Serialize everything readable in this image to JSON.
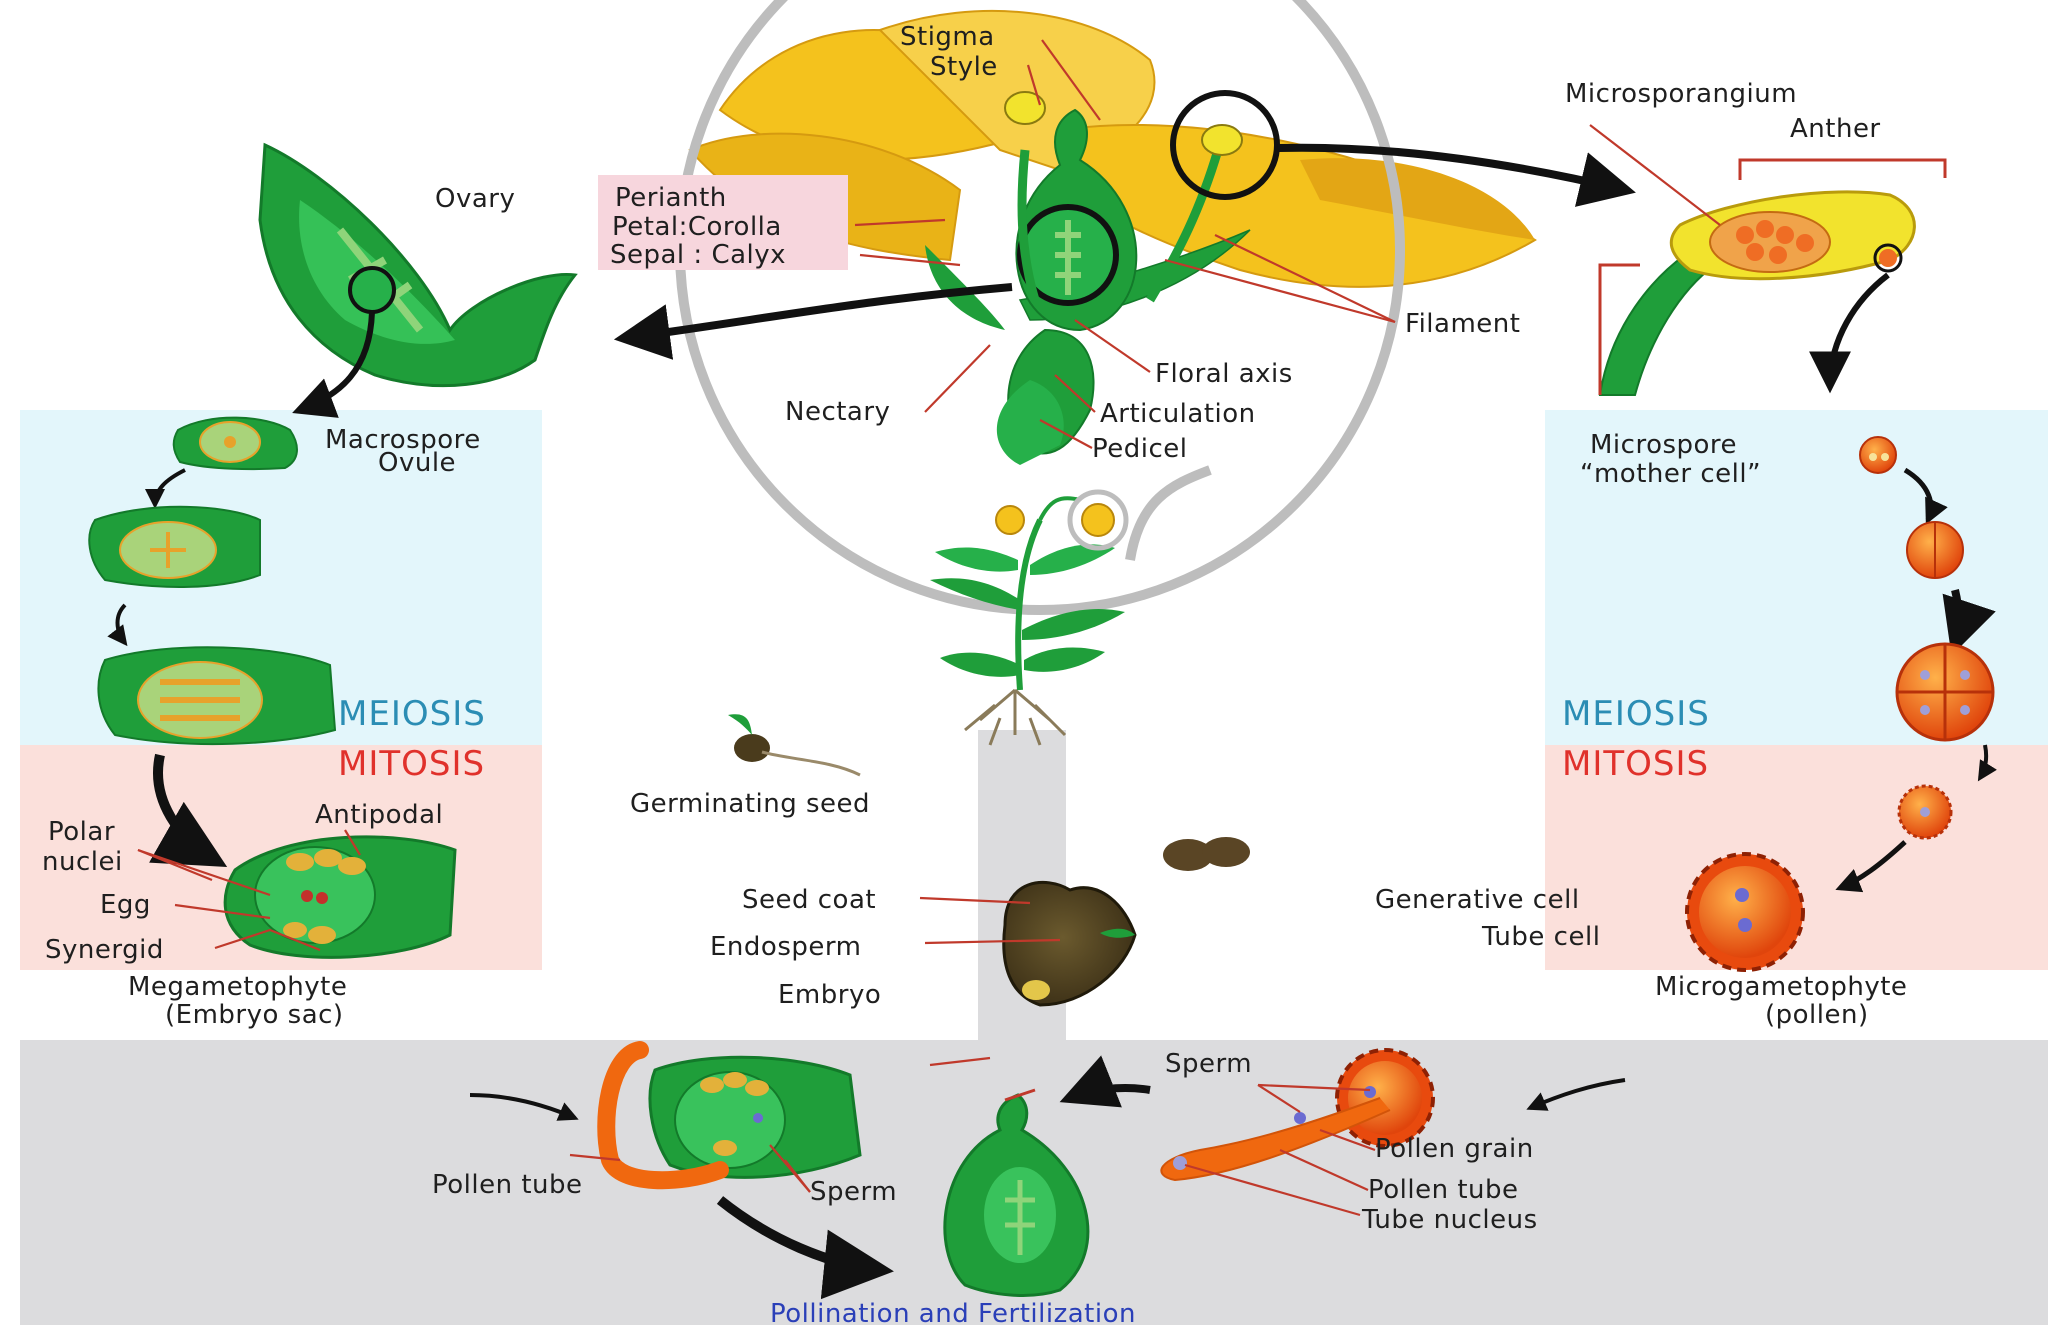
{
  "colors": {
    "meiosis_panel": "#e3f6fb",
    "mitosis_panel": "#fbe0db",
    "fertilization_panel": "#dcdcde",
    "meiosis_text": "#2b8db4",
    "mitosis_text": "#e0312b",
    "leader_line": "#c0392b",
    "plant_green": "#1f9e3a",
    "petal_yellow": "#f4c21d",
    "pollen_orange": "#ef5a14"
  },
  "flower": {
    "stigma": "Stigma",
    "style": "Style",
    "perianth": "Perianth",
    "petal_corolla": "Petal:Corolla",
    "sepal_calyx": "Sepal : Calyx",
    "filament": "Filament",
    "floral_axis": "Floral axis",
    "nectary": "Nectary",
    "articulation": "Articulation",
    "pedicel": "Pedicel"
  },
  "female": {
    "ovary": "Ovary",
    "macrospore": "Macrospore",
    "ovule": "Ovule",
    "polar_nuclei_1": "Polar",
    "polar_nuclei_2": "nuclei",
    "antipodal": "Antipodal",
    "egg": "Egg",
    "synergid": "Synergid",
    "megametophyte": "Megametophyte",
    "embryo_sac": "(Embryo sac)"
  },
  "male": {
    "microsporangium": "Microsporangium",
    "anther": "Anther",
    "microspore": "Microspore",
    "mother_cell": "“mother cell”",
    "generative_cell": "Generative cell",
    "tube_cell": "Tube cell",
    "microgametophyte": "Microgametophyte",
    "pollen": "(pollen)"
  },
  "stages": {
    "meiosis_left": "MEIOSIS",
    "mitosis_left": "MITOSIS",
    "meiosis_right": "MEIOSIS",
    "mitosis_right": "MITOSIS"
  },
  "seed": {
    "germinating_seed": "Germinating seed",
    "seed_coat": "Seed coat",
    "endosperm": "Endosperm",
    "embryo": "Embryo"
  },
  "fertilization": {
    "pollen_tube_left": "Pollen tube",
    "sperm_left": "Sperm",
    "sperm_right": "Sperm",
    "pollen_grain": "Pollen grain",
    "pollen_tube_right": "Pollen tube",
    "tube_nucleus": "Tube nucleus",
    "caption": "Pollination and Fertilization"
  }
}
